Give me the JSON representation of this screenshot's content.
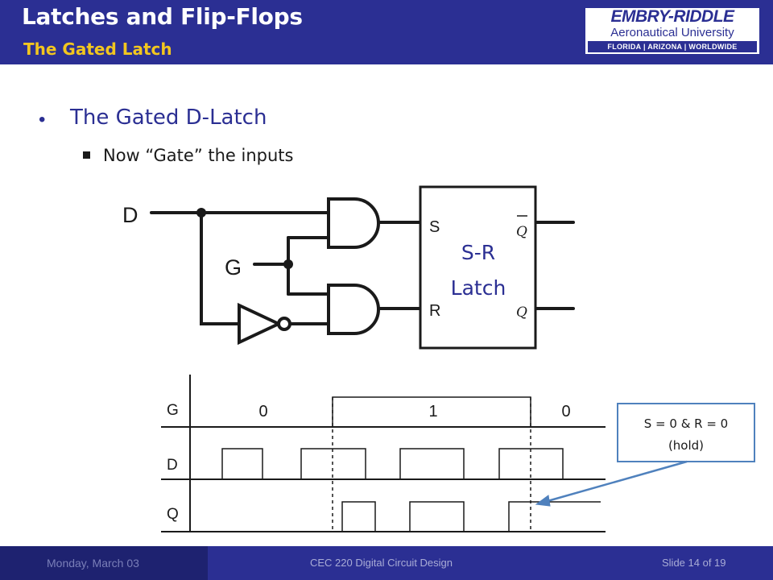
{
  "header": {
    "title": "Latches and Flip-Flops",
    "subtitle": "The Gated Latch",
    "logo": {
      "name": "EMBRY-RIDDLE",
      "university": "Aeronautical University",
      "campuses": "FLORIDA | ARIZONA | WORLDWIDE"
    }
  },
  "content": {
    "bullet": "The Gated D-Latch",
    "sub_bullet": "Now “Gate” the inputs"
  },
  "circuit": {
    "input_d": "D",
    "input_g": "G",
    "latch_s": "S",
    "latch_r": "R",
    "latch_title_1": "S-R",
    "latch_title_2": "Latch",
    "out_qbar": "Q",
    "out_q": "Q"
  },
  "timing": {
    "signals": [
      "G",
      "D",
      "Q"
    ],
    "g_levels": [
      "0",
      "1",
      "0"
    ],
    "callout": {
      "line1": "S = 0 & R = 0",
      "line2": "(hold)"
    }
  },
  "footer": {
    "date": "Monday, March 03",
    "course": "CEC 220 Digital Circuit Design",
    "slide": "Slide 14 of 19"
  },
  "colors": {
    "brand_blue": "#2b2f93",
    "accent_yellow": "#f2c61f",
    "latch_text": "#2b2f93",
    "callout_border": "#4f81bd"
  }
}
